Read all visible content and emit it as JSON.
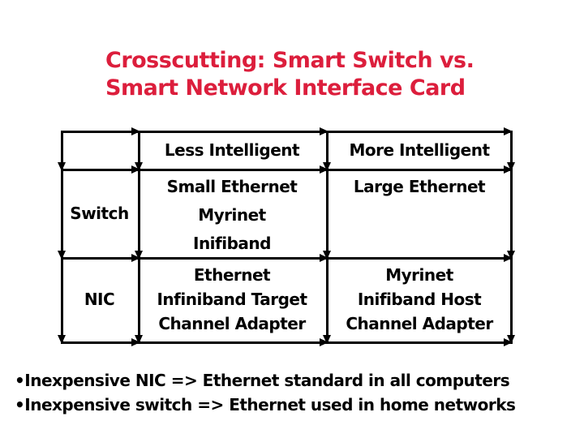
{
  "title": {
    "text": "Crosscutting: Smart Switch vs.\nSmart Network Interface Card",
    "color": "#dc1e3c"
  },
  "table": {
    "col_headers": [
      "Less Intelligent",
      "More Intelligent"
    ],
    "row_labels": [
      "Switch",
      "NIC"
    ],
    "rows": [
      {
        "label": "Switch",
        "less": "Small Ethernet\nMyrinet\nInifiband",
        "more": "Large Ethernet"
      },
      {
        "label": "NIC",
        "less": "Ethernet\nInfiniband Target\nChannel Adapter",
        "more": "Myrinet\nInifiband Host\nChannel Adapter"
      }
    ]
  },
  "bullets": [
    "•Inexpensive NIC => Ethernet standard in all computers",
    "•Inexpensive switch => Ethernet used in home networks"
  ],
  "colors": {
    "title_red": "#dc1e3c",
    "text_black": "#000000",
    "background": "#ffffff"
  }
}
